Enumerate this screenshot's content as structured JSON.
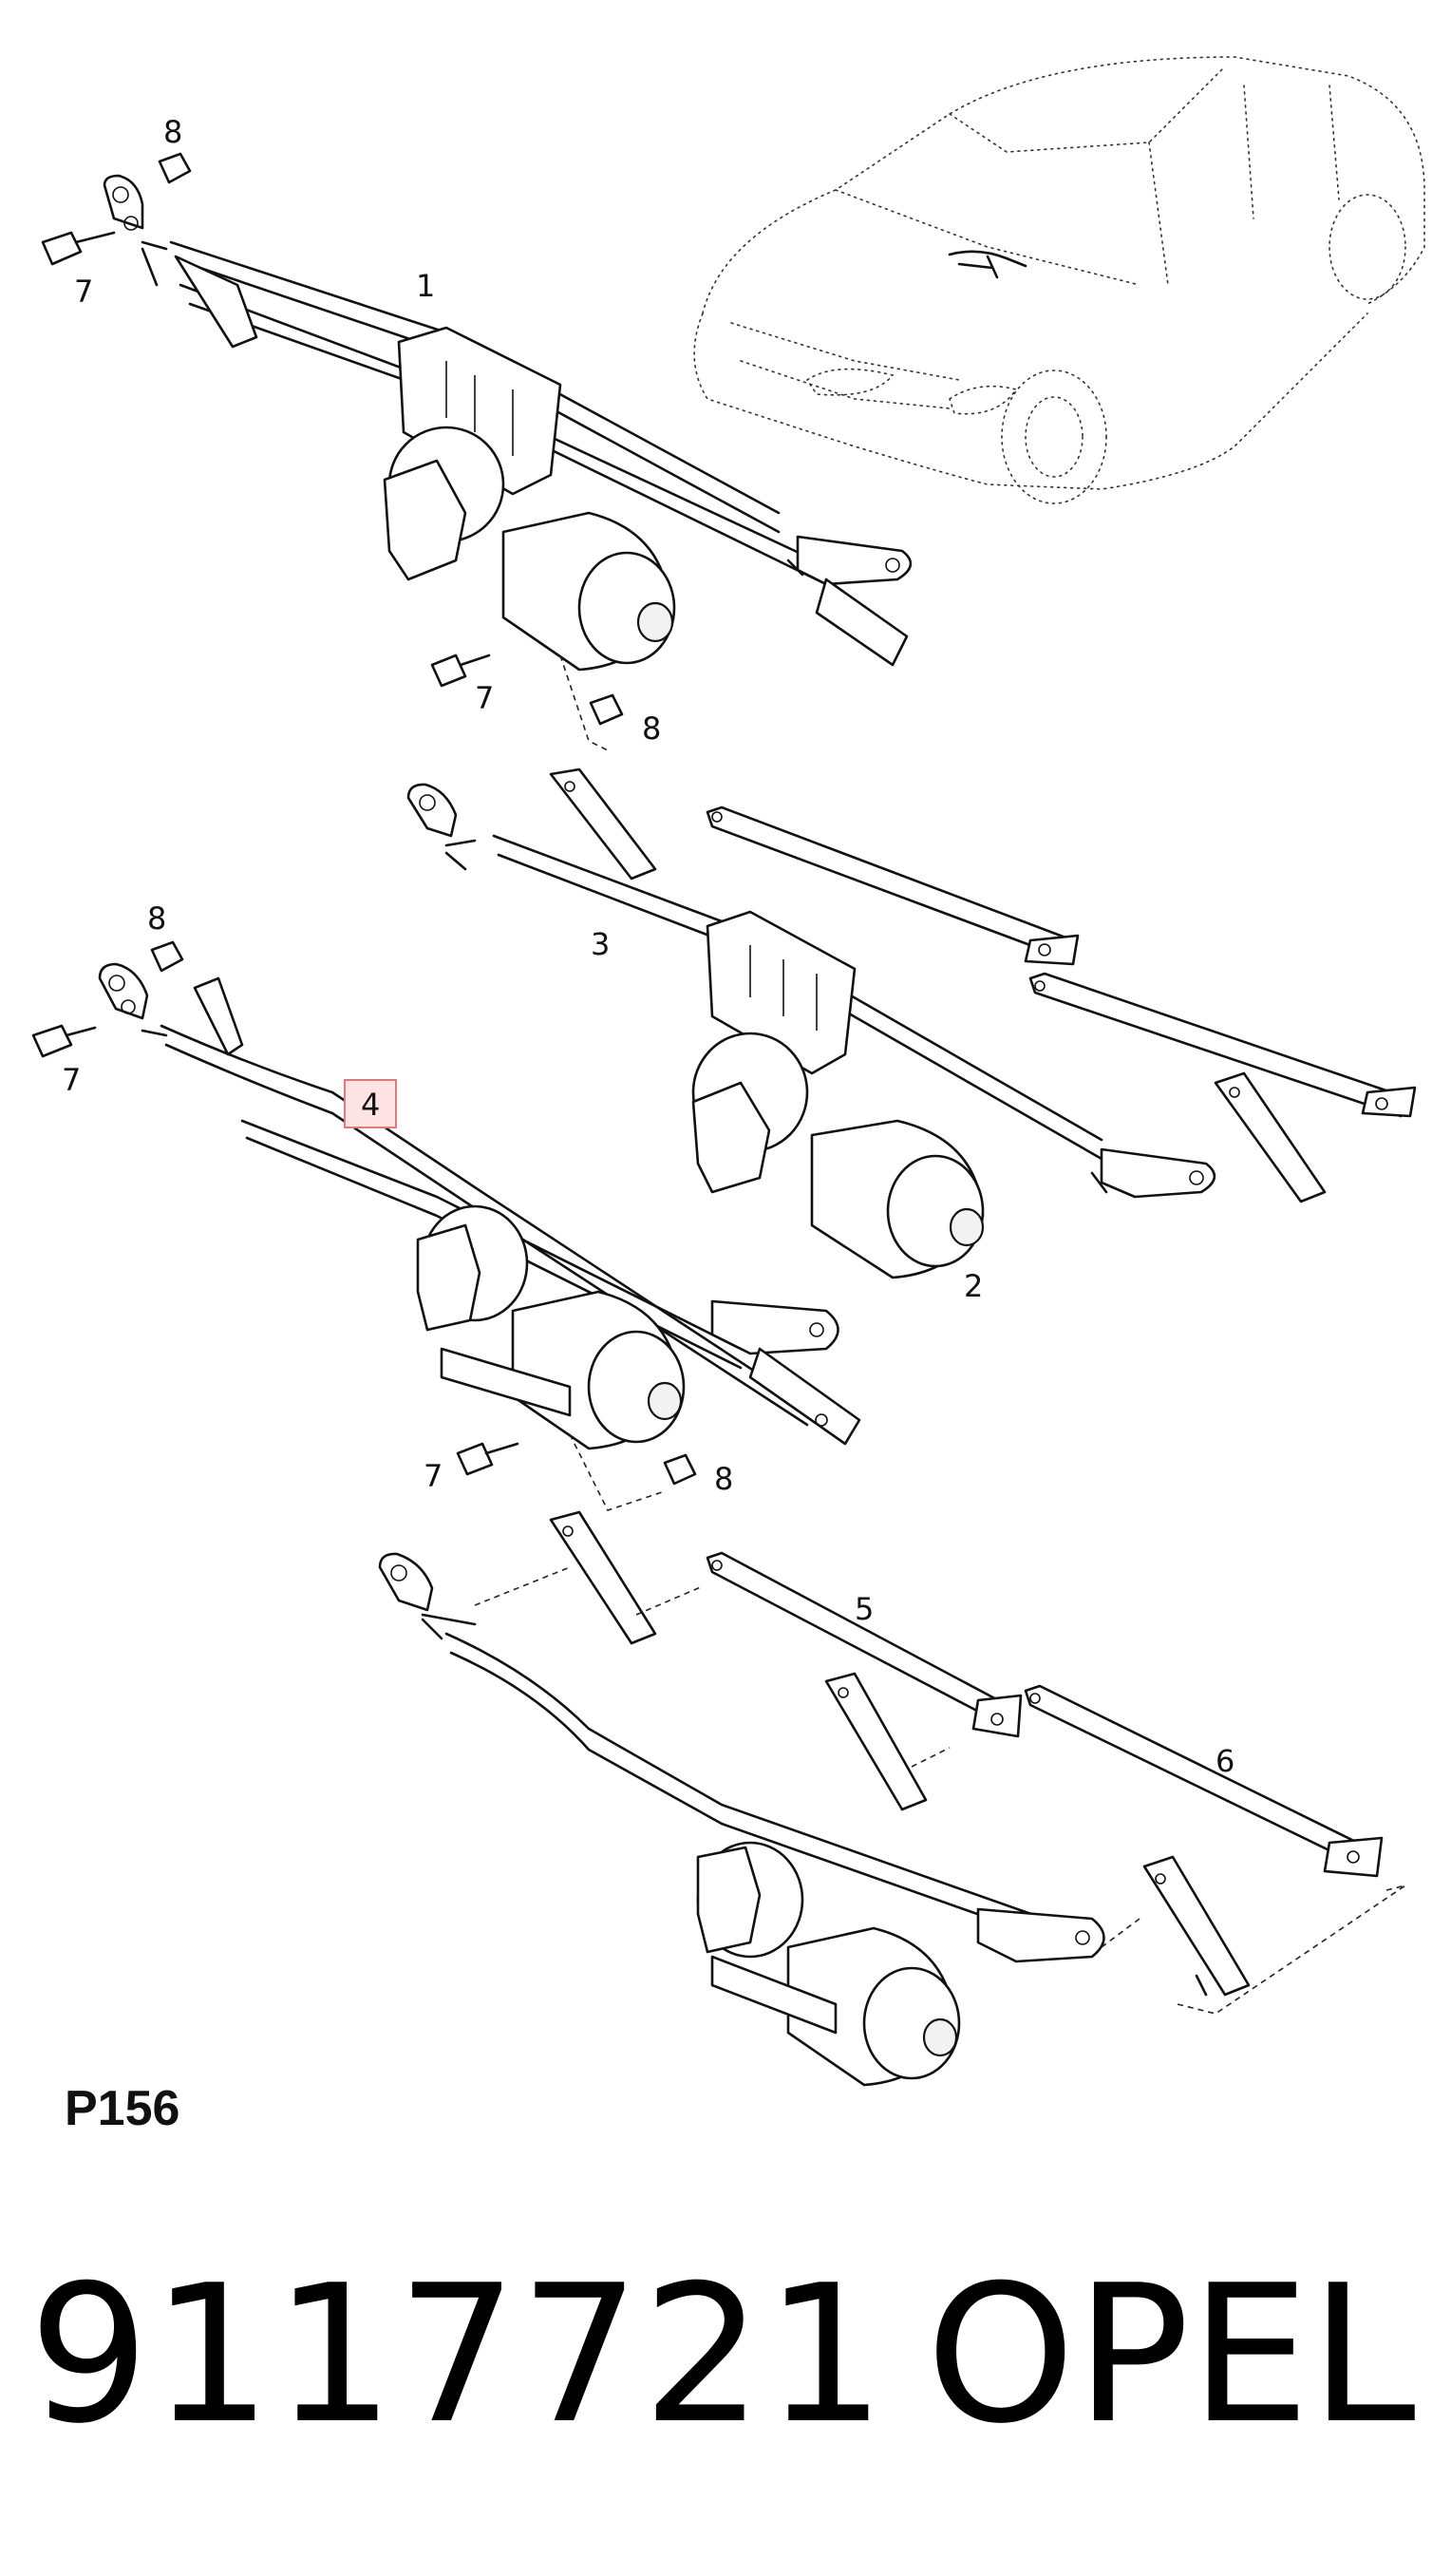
{
  "diagram": {
    "callouts": {
      "c1": "1",
      "c2": "2",
      "c3": "3",
      "c4": "4",
      "c5": "5",
      "c6": "6",
      "c7a": "7",
      "c7b": "7",
      "c7c": "7",
      "c7d": "7",
      "c8a": "8",
      "c8b": "8",
      "c8c": "8",
      "c8d": "8"
    },
    "highlighted_callout": "4",
    "colors": {
      "line": "#111111",
      "highlight_fill": "#fde3e3",
      "highlight_border": "#e07b7b"
    }
  },
  "footer": {
    "page_code": "P156",
    "part_number": "9117721",
    "brand": "OPEL"
  }
}
